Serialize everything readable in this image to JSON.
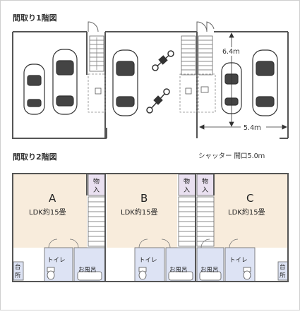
{
  "floor1": {
    "title": "間取り1階図",
    "dim_height": "6.4ｍ",
    "dim_width": "5.4ｍ",
    "shutter": "シャッター 開口5.0ｍ"
  },
  "floor2": {
    "title": "間取り2階図",
    "units": [
      {
        "letter": "A",
        "ldk": "LDK約15畳",
        "storage": "物入",
        "toilet": "トイレ",
        "bath": "お風呂",
        "kitchen": "台所"
      },
      {
        "letter": "B",
        "ldk": "LDK約15畳",
        "storage": "物入",
        "toilet": "トイレ",
        "bath": "お風呂"
      },
      {
        "letter": "C",
        "ldk": "LDK約15畳",
        "storage": "物入",
        "toilet": "トイレ",
        "bath": "お風呂",
        "kitchen": "台所"
      }
    ]
  },
  "colors": {
    "living": "#f8ecdc",
    "wet": "#dde3f4",
    "storage": "#e9e0f0",
    "wall": "#555555"
  }
}
